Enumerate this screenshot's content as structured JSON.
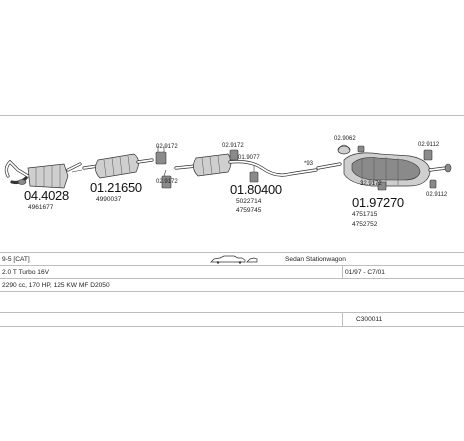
{
  "parts": [
    {
      "id": "p1",
      "number": "04.4028",
      "oem": [
        "4961677"
      ]
    },
    {
      "id": "p2",
      "number": "01.21650",
      "oem": [
        "4990037"
      ]
    },
    {
      "id": "p3",
      "number": "01.80400",
      "oem": [
        "5022714",
        "4759745"
      ]
    },
    {
      "id": "p4",
      "number": "01.97270",
      "oem": [
        "4751715",
        "4752752"
      ]
    }
  ],
  "callouts": {
    "c1": "02.9172",
    "c2": "02.9172",
    "c3": "02.9172",
    "c4": "01.9077",
    "c5": "02.9062",
    "c6": "02.9112",
    "c7": "32.9172",
    "c8": "02.9112",
    "c9": "*93"
  },
  "vehicle": {
    "model": "9-5 [CAT]",
    "body": "Sedan Stationwagon",
    "engine": "2.0 T Turbo 16V",
    "dates": "01/97 - C7/01",
    "specs": "2290 cc, 170 HP, 125 KW MF D2050",
    "code": "C300011"
  }
}
